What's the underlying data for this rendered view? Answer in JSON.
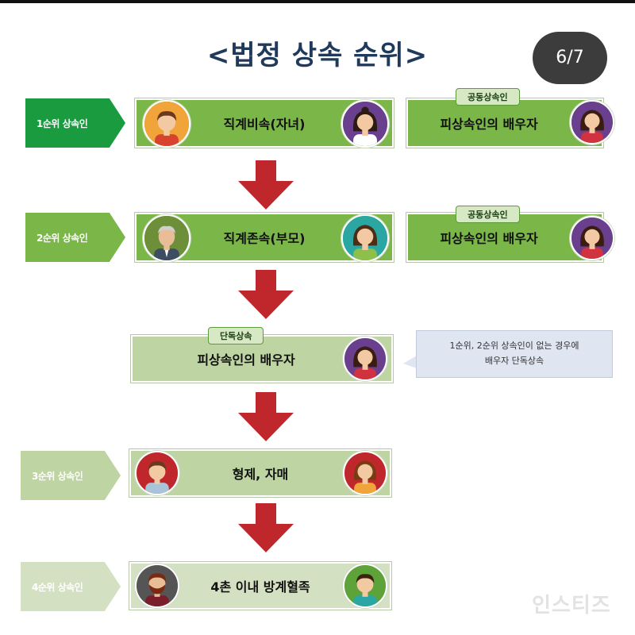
{
  "title": "<법정 상속 순위>",
  "page_counter": "6/7",
  "ranks": [
    {
      "label": "1순위 상속인",
      "color": "#1a9b40"
    },
    {
      "label": "2순위 상속인",
      "color": "#7ab648"
    },
    {
      "label": "3순위 상속인",
      "color": "#bed4a2"
    },
    {
      "label": "4순위 상속인",
      "color": "#d4e0c2"
    }
  ],
  "rows": {
    "rank1_main": "직계비속(자녀)",
    "rank1_spouse_tag": "공동상속인",
    "rank1_spouse": "피상속인의 배우자",
    "rank2_main": "직계존속(부모)",
    "rank2_spouse_tag": "공동상속인",
    "rank2_spouse": "피상속인의 배우자",
    "sole_tag": "단독상속",
    "sole_spouse": "피상속인의 배우자",
    "rank3_main": "형제, 자매",
    "rank4_main": "4촌 이내 방계혈족"
  },
  "note": {
    "line1": "1순위, 2순위 상속인이 없는 경우에",
    "line2": "배우자 단독상속"
  },
  "watermark": "인스티즈",
  "colors": {
    "title": "#1f3a5a",
    "arrow": "#c0272d",
    "dark_green": "#1a9b40",
    "mid_green": "#7ab648",
    "light_green": "#bed4a2",
    "pale_green": "#d4e0c2"
  },
  "icons": {
    "boy": "boy-avatar-icon",
    "girl": "girl-avatar-icon",
    "woman": "woman-avatar-icon",
    "old_man": "old-man-avatar-icon",
    "man": "man-avatar-icon",
    "bearded_man": "bearded-man-avatar-icon"
  }
}
